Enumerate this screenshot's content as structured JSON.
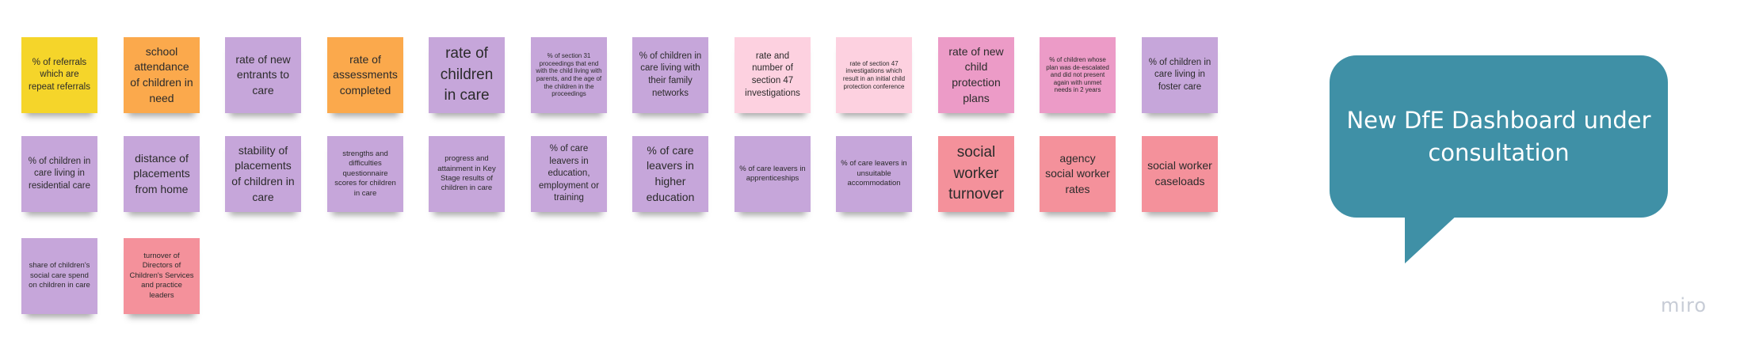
{
  "colors": {
    "yellow": "#f5d52a",
    "orange": "#fba94c",
    "lilac": "#c6a6da",
    "lightpink": "#fdd1e0",
    "pink": "#ec9bc7",
    "salmon": "#f4919b",
    "callout": "#3f90a6"
  },
  "stickies": {
    "row1": [
      {
        "text": "% of referrals which are repeat referrals",
        "color": "yellow"
      },
      {
        "text": "school attendance of children in need",
        "color": "orange"
      },
      {
        "text": "rate of new entrants to care",
        "color": "lilac"
      },
      {
        "text": "rate of assessments completed",
        "color": "orange"
      },
      {
        "text": "rate of children in care",
        "color": "lilac"
      },
      {
        "text": "% of section 31 proceedings that end with the child living with parents, and the age of the children in the proceedings",
        "color": "lilac"
      },
      {
        "text": "% of children in care living with their family networks",
        "color": "lilac"
      },
      {
        "text": "rate and number of section 47 investigations",
        "color": "lightpink"
      },
      {
        "text": "rate of section 47 investigations which result in an initial child protection conference",
        "color": "lightpink"
      },
      {
        "text": "rate of new child protection plans",
        "color": "pink"
      },
      {
        "text": "% of children whose plan was de-escalated and did not present again with unmet needs in 2 years",
        "color": "pink"
      },
      {
        "text": "% of children in care living in foster care",
        "color": "lilac"
      }
    ],
    "row2": [
      {
        "text": "% of children in care living in residential care",
        "color": "lilac"
      },
      {
        "text": "distance of placements from home",
        "color": "lilac"
      },
      {
        "text": "stability of placements of children in care",
        "color": "lilac"
      },
      {
        "text": "strengths and difficulties questionnaire scores for children in care",
        "color": "lilac"
      },
      {
        "text": "progress and attainment in Key Stage results of children in care",
        "color": "lilac"
      },
      {
        "text": "% of care leavers in education, employment or training",
        "color": "lilac"
      },
      {
        "text": "% of care leavers in higher education",
        "color": "lilac"
      },
      {
        "text": "% of care leavers in apprenticeships",
        "color": "lilac"
      },
      {
        "text": "% of care leavers in unsuitable accommodation",
        "color": "lilac"
      },
      {
        "text": "social worker turnover",
        "color": "salmon"
      },
      {
        "text": "agency social worker rates",
        "color": "salmon"
      },
      {
        "text": "social worker caseloads",
        "color": "salmon"
      }
    ],
    "row3": [
      {
        "text": "share of children's social care spend on children in care",
        "color": "lilac"
      },
      {
        "text": "turnover of Directors of Children's Services and practice leaders",
        "color": "salmon"
      }
    ]
  },
  "callout": {
    "text": "New DfE Dashboard under consultation"
  },
  "logo": {
    "text": "miro"
  }
}
